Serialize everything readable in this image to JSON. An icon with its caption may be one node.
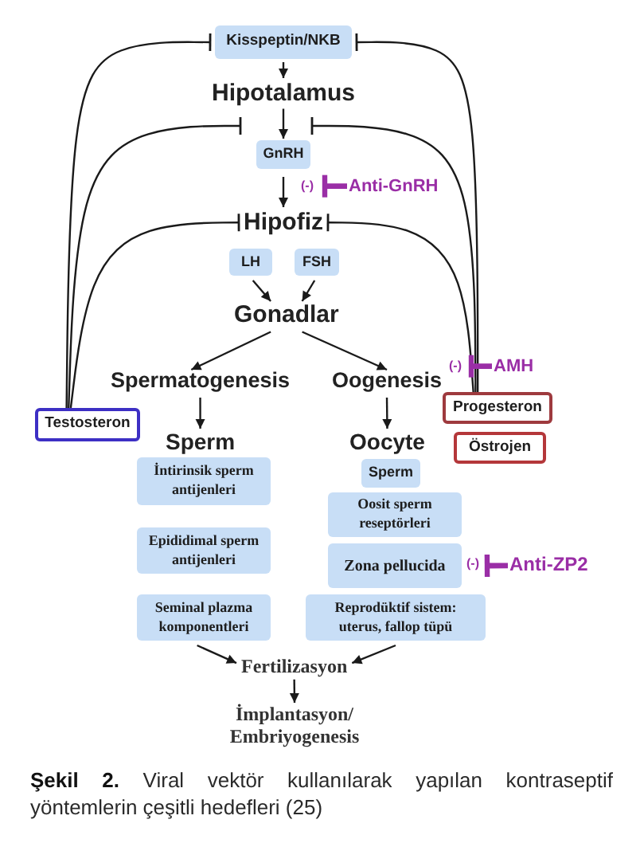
{
  "diagram": {
    "caption": "**Şekil 2.** Viral vektör kullanılarak yapılan kontraseptif yöntemlerin çeşitli hedefleri (25)",
    "nodes": [
      {
        "text": [
          "Kisspeptin/NKB"
        ]
      },
      {
        "text": [
          "Hipotalamus"
        ]
      },
      {
        "text": [
          "GnRH"
        ]
      },
      {
        "text": [
          "Anti-GnRH"
        ]
      },
      {
        "text": [
          "Hipofiz"
        ]
      },
      {
        "text": [
          "LH"
        ]
      },
      {
        "text": [
          "FSH"
        ]
      },
      {
        "text": [
          "Gonadlar"
        ]
      },
      {
        "text": [
          "Spermatogenesis"
        ]
      },
      {
        "text": [
          "Oogenesis"
        ]
      },
      {
        "text": [
          "Testosteron"
        ]
      },
      {
        "text": [
          "Progesteron"
        ]
      },
      {
        "text": [
          "Östrojen"
        ]
      },
      {
        "text": [
          "AMH"
        ]
      },
      {
        "text": [
          "Sperm"
        ]
      },
      {
        "text": [
          "Oocyte"
        ]
      },
      {
        "text": [
          "İntirinsik sperm antijenleri"
        ]
      },
      {
        "text": [
          "Sperm"
        ]
      },
      {
        "text": [
          "Oosit sperm reseptörleri"
        ]
      },
      {
        "text": [
          "Epididimal sperm antijenleri"
        ]
      },
      {
        "text": [
          "Zona pellucida"
        ]
      },
      {
        "text": [
          "Anti-ZP2"
        ]
      },
      {
        "text": [
          "Seminal plazma komponentleri"
        ]
      },
      {
        "text": [
          "Reprodüktif sistem: uterus, fallop tüpü"
        ]
      },
      {
        "text": [
          "Fertilizasyon"
        ]
      },
      {
        "text": [
          "İmplantasyon/ Embriyogenesis"
        ]
      }
    ],
    "edges": [
      {
        "from": 0,
        "to": 1,
        "arrow": "to"
      },
      {
        "from": 1,
        "to": 2,
        "arrow": "to"
      },
      {
        "from": 2,
        "to": 4,
        "arrow": "to"
      },
      {
        "from": 5,
        "to": 7,
        "arrow": "to"
      },
      {
        "from": 6,
        "to": 7,
        "arrow": "to"
      },
      {
        "from": 7,
        "to": 8,
        "arrow": "to"
      },
      {
        "from": 7,
        "to": 9,
        "arrow": "to"
      },
      {
        "from": 8,
        "to": 14,
        "arrow": "to"
      },
      {
        "from": 9,
        "to": 15,
        "arrow": "to"
      },
      {
        "from": 22,
        "to": 24,
        "arrow": "to"
      },
      {
        "from": 23,
        "to": 24,
        "arrow": "to"
      },
      {
        "from": 24,
        "to": 25,
        "arrow": "to"
      },
      {
        "from": 10,
        "to": 0,
        "arrow": "other"
      },
      {
        "from": 10,
        "to": 2,
        "arrow": "other"
      },
      {
        "from": 10,
        "to": 4,
        "arrow": "other"
      },
      {
        "from": 11,
        "to": 0,
        "arrow": "other"
      },
      {
        "from": 11,
        "to": 2,
        "arrow": "other"
      },
      {
        "from": 11,
        "to": 4,
        "arrow": "other"
      },
      {
        "from": 3,
        "to": null,
        "arrow": "other",
        "style": "thick",
        "color": "#9a2ea6"
      },
      {
        "from": 13,
        "to": null,
        "arrow": "other",
        "style": "thick",
        "color": "#9a2ea6"
      },
      {
        "from": 21,
        "to": 20,
        "arrow": "other",
        "style": "thick",
        "color": "#9a2ea6"
      }
    ],
    "labels": [
      "(-)",
      "(-)",
      "(-)"
    ]
  }
}
